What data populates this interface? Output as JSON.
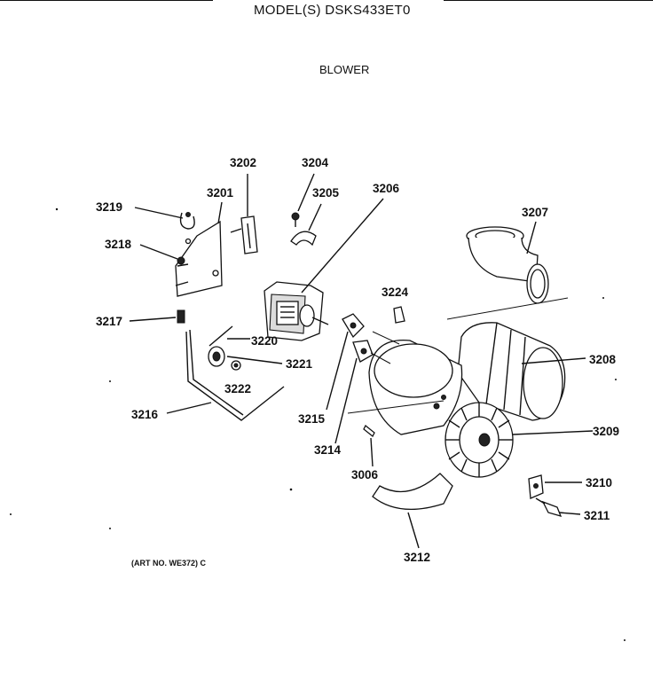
{
  "header": {
    "title": "MODEL(S) DSKS433ET0"
  },
  "section": {
    "title": "BLOWER"
  },
  "footer": {
    "art_no": "(ART NO. WE372) C"
  },
  "parts": {
    "p3202": "3202",
    "p3204": "3204",
    "p3201": "3201",
    "p3205": "3205",
    "p3206": "3206",
    "p3219": "3219",
    "p3207": "3207",
    "p3218": "3218",
    "p3224": "3224",
    "p3217": "3217",
    "p3220": "3220",
    "p3221": "3221",
    "p3208": "3208",
    "p3222": "3222",
    "p3216": "3216",
    "p3215": "3215",
    "p3209": "3209",
    "p3214": "3214",
    "p3006": "3006",
    "p3210": "3210",
    "p3211": "3211",
    "p3212": "3212"
  }
}
